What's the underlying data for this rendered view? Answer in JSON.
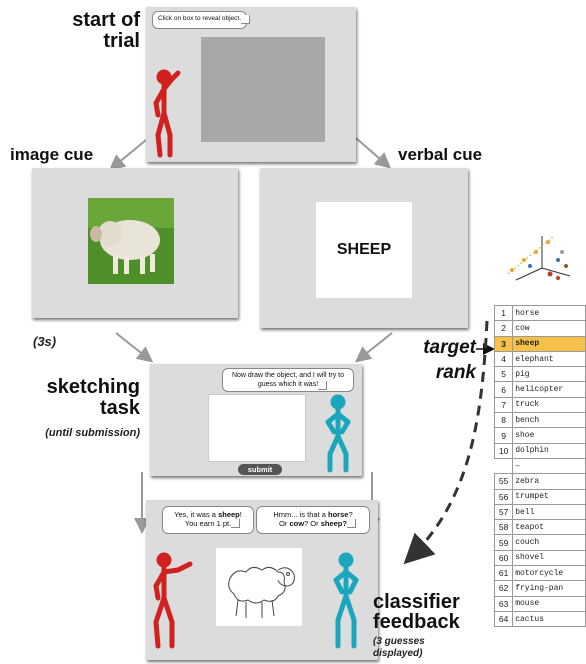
{
  "labels": {
    "start": "start of trial",
    "image_cue": "image cue",
    "verbal_cue": "verbal cue",
    "three_sec": "(3s)",
    "sketching": "sketching task",
    "until": "(until submission)",
    "target": "target",
    "rank": "rank",
    "classifier": "classifier feedback",
    "three_guesses": "(3 guesses displayed)"
  },
  "start_panel": {
    "bubble": "Click on box to reveal object."
  },
  "verbal_panel": {
    "word": "SHEEP"
  },
  "sketch_panel": {
    "bubble": "Now draw the object, and I will try to guess which it was!",
    "submit": "submit"
  },
  "feedback_panel": {
    "left_bubble_1": "Yes, it was a ",
    "left_bubble_bold": "sheep",
    "left_bubble_2": "!",
    "left_bubble_3": "You earn 1 pt.",
    "right_bubble_1": "Hmm... is that a ",
    "right_bubble_b1": "horse",
    "right_bubble_2": "?",
    "right_bubble_3": "Or ",
    "right_bubble_b2": "cow",
    "right_bubble_4": "? Or ",
    "right_bubble_b3": "sheep?"
  },
  "ranks": [
    {
      "n": "1",
      "w": "horse"
    },
    {
      "n": "2",
      "w": "cow"
    },
    {
      "n": "3",
      "w": "sheep"
    },
    {
      "n": "4",
      "w": "elephant"
    },
    {
      "n": "5",
      "w": "pig"
    },
    {
      "n": "6",
      "w": "helicopter"
    },
    {
      "n": "7",
      "w": "truck"
    },
    {
      "n": "8",
      "w": "bench"
    },
    {
      "n": "9",
      "w": "shoe"
    },
    {
      "n": "10",
      "w": "dolphin"
    },
    {
      "n": "",
      "w": "–"
    },
    {
      "n": "55",
      "w": "zebra"
    },
    {
      "n": "56",
      "w": "trumpet"
    },
    {
      "n": "57",
      "w": "bell"
    },
    {
      "n": "58",
      "w": "teapot"
    },
    {
      "n": "59",
      "w": "couch"
    },
    {
      "n": "60",
      "w": "shovel"
    },
    {
      "n": "61",
      "w": "motorcycle"
    },
    {
      "n": "62",
      "w": "frying-pan"
    },
    {
      "n": "63",
      "w": "mouse"
    },
    {
      "n": "64",
      "w": "cactus"
    }
  ],
  "highlight_rank": "3",
  "colors": {
    "red_figure": "#d0211f",
    "teal_figure": "#1aa7bd",
    "highlight": "#f6c04a",
    "panel": "#dcdcdc"
  }
}
